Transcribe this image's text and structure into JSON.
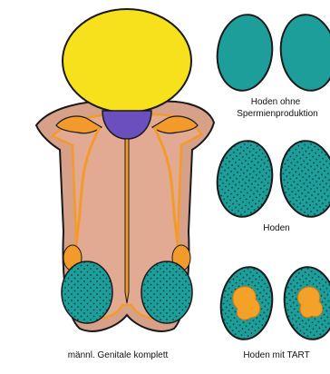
{
  "labels": {
    "main_caption": "männl. Genitale komplett",
    "testes_no_sperm_line1": "Hoden ohne",
    "testes_no_sperm_line2": "Spermienproduktion",
    "testes": "Hoden",
    "testes_tart": "Hoden mit TART"
  },
  "colors": {
    "bladder": "#f6e11c",
    "prostate": "#6b4fbf",
    "body_fill": "#d7a089",
    "inner_fill": "#e6b7a1",
    "gland": "#f39b2a",
    "testis": "#1e9e9a",
    "tart": "#f4a12a",
    "outline": "#1a1a1a"
  }
}
